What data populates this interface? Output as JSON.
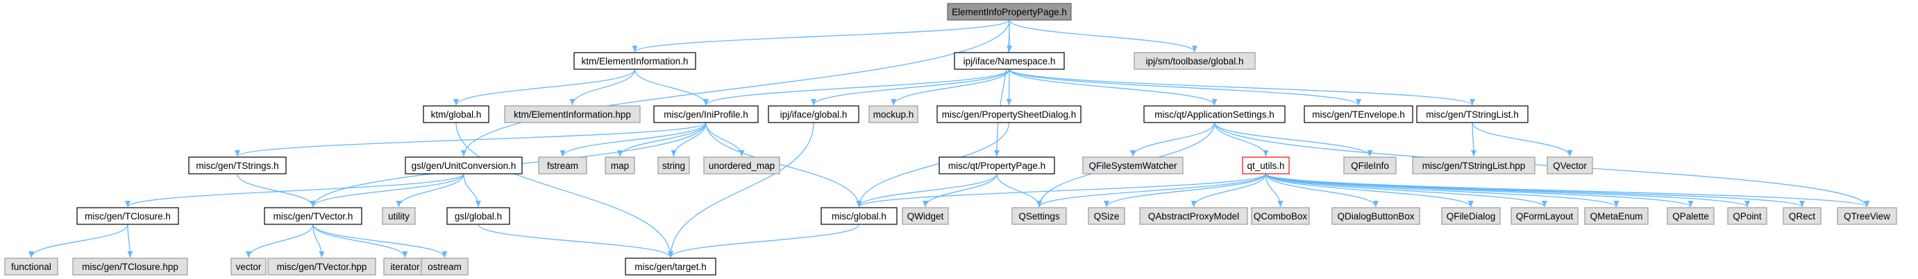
{
  "colors": {
    "edge": "#63b8ff",
    "root_fill": "#999999",
    "root_border": "#666666",
    "normal_fill": "#ffffff",
    "normal_border": "#000000",
    "external_fill": "#e0e0e0",
    "external_border": "#999999",
    "highlight_border": "#ff0000"
  },
  "nodes": [
    {
      "id": "root",
      "label": "ElementInfoPropertyPage.h",
      "style": "root"
    },
    {
      "id": "ktmElementInformation",
      "label": "ktm/ElementInformation.h",
      "style": "normal"
    },
    {
      "id": "ipjNamespace",
      "label": "ipj/iface/Namespace.h",
      "style": "normal"
    },
    {
      "id": "ipjSmToolbaseGlobal",
      "label": "ipj/sm/toolbase/global.h",
      "style": "external"
    },
    {
      "id": "ktmGlobal",
      "label": "ktm/global.h",
      "style": "normal"
    },
    {
      "id": "ktmElementInformationHpp",
      "label": "ktm/ElementInformation.hpp",
      "style": "external"
    },
    {
      "id": "miscIniProfile",
      "label": "misc/gen/IniProfile.h",
      "style": "normal"
    },
    {
      "id": "ipjIfaceGlobal",
      "label": "ipj/iface/global.h",
      "style": "normal"
    },
    {
      "id": "mockup",
      "label": "mockup.h",
      "style": "external"
    },
    {
      "id": "miscPropertySheetDialog",
      "label": "misc/gen/PropertySheetDialog.h",
      "style": "normal"
    },
    {
      "id": "miscApplicationSettings",
      "label": "misc/qt/ApplicationSettings.h",
      "style": "normal"
    },
    {
      "id": "miscTEnvelope",
      "label": "misc/gen/TEnvelope.h",
      "style": "normal"
    },
    {
      "id": "miscTStringList",
      "label": "misc/gen/TStringList.h",
      "style": "normal"
    },
    {
      "id": "miscTStrings",
      "label": "misc/gen/TStrings.h",
      "style": "normal"
    },
    {
      "id": "gslUnitConversion",
      "label": "gsl/gen/UnitConversion.h",
      "style": "normal"
    },
    {
      "id": "fstream",
      "label": "fstream",
      "style": "external"
    },
    {
      "id": "map",
      "label": "map",
      "style": "external"
    },
    {
      "id": "string",
      "label": "string",
      "style": "external"
    },
    {
      "id": "unorderedMap",
      "label": "unordered_map",
      "style": "external"
    },
    {
      "id": "miscPropertyPage",
      "label": "misc/qt/PropertyPage.h",
      "style": "normal"
    },
    {
      "id": "QFileSystemWatcher",
      "label": "QFileSystemWatcher",
      "style": "external"
    },
    {
      "id": "qtUtils",
      "label": "qt_utils.h",
      "style": "highlight"
    },
    {
      "id": "QFileInfo",
      "label": "QFileInfo",
      "style": "external"
    },
    {
      "id": "miscTStringListHpp",
      "label": "misc/gen/TStringList.hpp",
      "style": "external"
    },
    {
      "id": "QVector",
      "label": "QVector",
      "style": "external"
    },
    {
      "id": "miscTClosure",
      "label": "misc/gen/TClosure.h",
      "style": "normal"
    },
    {
      "id": "miscTVector",
      "label": "misc/gen/TVector.h",
      "style": "normal"
    },
    {
      "id": "utility",
      "label": "utility",
      "style": "external"
    },
    {
      "id": "gslGlobal",
      "label": "gsl/global.h",
      "style": "normal"
    },
    {
      "id": "miscGlobal",
      "label": "misc/global.h",
      "style": "normal"
    },
    {
      "id": "QWidget",
      "label": "QWidget",
      "style": "external"
    },
    {
      "id": "QSettings",
      "label": "QSettings",
      "style": "external"
    },
    {
      "id": "QSize",
      "label": "QSize",
      "style": "external"
    },
    {
      "id": "QAbstractProxyModel",
      "label": "QAbstractProxyModel",
      "style": "external"
    },
    {
      "id": "QComboBox",
      "label": "QComboBox",
      "style": "external"
    },
    {
      "id": "QDialogButtonBox",
      "label": "QDialogButtonBox",
      "style": "external"
    },
    {
      "id": "QFileDialog",
      "label": "QFileDialog",
      "style": "external"
    },
    {
      "id": "QFormLayout",
      "label": "QFormLayout",
      "style": "external"
    },
    {
      "id": "QMetaEnum",
      "label": "QMetaEnum",
      "style": "external"
    },
    {
      "id": "QPalette",
      "label": "QPalette",
      "style": "external"
    },
    {
      "id": "QPoint",
      "label": "QPoint",
      "style": "external"
    },
    {
      "id": "QRect",
      "label": "QRect",
      "style": "external"
    },
    {
      "id": "QTreeView",
      "label": "QTreeView",
      "style": "external"
    },
    {
      "id": "functional",
      "label": "functional",
      "style": "external"
    },
    {
      "id": "miscTClosureHpp",
      "label": "misc/gen/TClosure.hpp",
      "style": "external"
    },
    {
      "id": "vector",
      "label": "vector",
      "style": "external"
    },
    {
      "id": "miscTVectorHpp",
      "label": "misc/gen/TVector.hpp",
      "style": "external"
    },
    {
      "id": "iterator",
      "label": "iterator",
      "style": "external"
    },
    {
      "id": "ostream",
      "label": "ostream",
      "style": "external"
    },
    {
      "id": "miscTarget",
      "label": "misc/gen/target.h",
      "style": "normal"
    }
  ],
  "edges": [
    [
      "root",
      "ktmElementInformation"
    ],
    [
      "root",
      "ipjNamespace"
    ],
    [
      "root",
      "ipjSmToolbaseGlobal"
    ],
    [
      "root",
      "gslUnitConversion"
    ],
    [
      "root",
      "miscPropertyPage"
    ],
    [
      "ktmElementInformation",
      "ktmGlobal"
    ],
    [
      "ktmElementInformation",
      "ktmElementInformationHpp"
    ],
    [
      "ktmElementInformation",
      "miscIniProfile"
    ],
    [
      "ipjNamespace",
      "miscIniProfile"
    ],
    [
      "ipjNamespace",
      "ipjIfaceGlobal"
    ],
    [
      "ipjNamespace",
      "mockup"
    ],
    [
      "ipjNamespace",
      "miscPropertySheetDialog"
    ],
    [
      "ipjNamespace",
      "miscApplicationSettings"
    ],
    [
      "ipjNamespace",
      "miscTEnvelope"
    ],
    [
      "ipjNamespace",
      "miscTStringList"
    ],
    [
      "ktmGlobal",
      "miscTarget"
    ],
    [
      "miscIniProfile",
      "miscTStrings"
    ],
    [
      "miscIniProfile",
      "fstream"
    ],
    [
      "miscIniProfile",
      "map"
    ],
    [
      "miscIniProfile",
      "string"
    ],
    [
      "miscIniProfile",
      "unorderedMap"
    ],
    [
      "miscIniProfile",
      "miscTVector"
    ],
    [
      "miscIniProfile",
      "miscGlobal"
    ],
    [
      "ipjIfaceGlobal",
      "miscTarget"
    ],
    [
      "miscPropertySheetDialog",
      "miscGlobal"
    ],
    [
      "miscApplicationSettings",
      "QFileSystemWatcher"
    ],
    [
      "miscApplicationSettings",
      "qtUtils"
    ],
    [
      "miscApplicationSettings",
      "QFileInfo"
    ],
    [
      "miscApplicationSettings",
      "QSettings"
    ],
    [
      "miscApplicationSettings",
      "QTreeView"
    ],
    [
      "miscTStringList",
      "miscTStringListHpp"
    ],
    [
      "miscTStringList",
      "QVector"
    ],
    [
      "miscTStrings",
      "miscTVector"
    ],
    [
      "gslUnitConversion",
      "miscTClosure"
    ],
    [
      "gslUnitConversion",
      "miscTVector"
    ],
    [
      "gslUnitConversion",
      "utility"
    ],
    [
      "gslUnitConversion",
      "gslGlobal"
    ],
    [
      "miscPropertyPage",
      "miscGlobal"
    ],
    [
      "miscPropertyPage",
      "QWidget"
    ],
    [
      "miscPropertyPage",
      "QSettings"
    ],
    [
      "qtUtils",
      "miscGlobal"
    ],
    [
      "qtUtils",
      "QSettings"
    ],
    [
      "qtUtils",
      "QSize"
    ],
    [
      "qtUtils",
      "QAbstractProxyModel"
    ],
    [
      "qtUtils",
      "QComboBox"
    ],
    [
      "qtUtils",
      "QDialogButtonBox"
    ],
    [
      "qtUtils",
      "QFileDialog"
    ],
    [
      "qtUtils",
      "QFormLayout"
    ],
    [
      "qtUtils",
      "QMetaEnum"
    ],
    [
      "qtUtils",
      "QPalette"
    ],
    [
      "qtUtils",
      "QPoint"
    ],
    [
      "qtUtils",
      "QRect"
    ],
    [
      "qtUtils",
      "QTreeView"
    ],
    [
      "miscTClosure",
      "functional"
    ],
    [
      "miscTClosure",
      "miscTClosureHpp"
    ],
    [
      "miscTVector",
      "vector"
    ],
    [
      "miscTVector",
      "miscTVectorHpp"
    ],
    [
      "miscTVector",
      "iterator"
    ],
    [
      "miscTVector",
      "ostream"
    ],
    [
      "gslGlobal",
      "miscTarget"
    ],
    [
      "miscGlobal",
      "miscTarget"
    ]
  ]
}
